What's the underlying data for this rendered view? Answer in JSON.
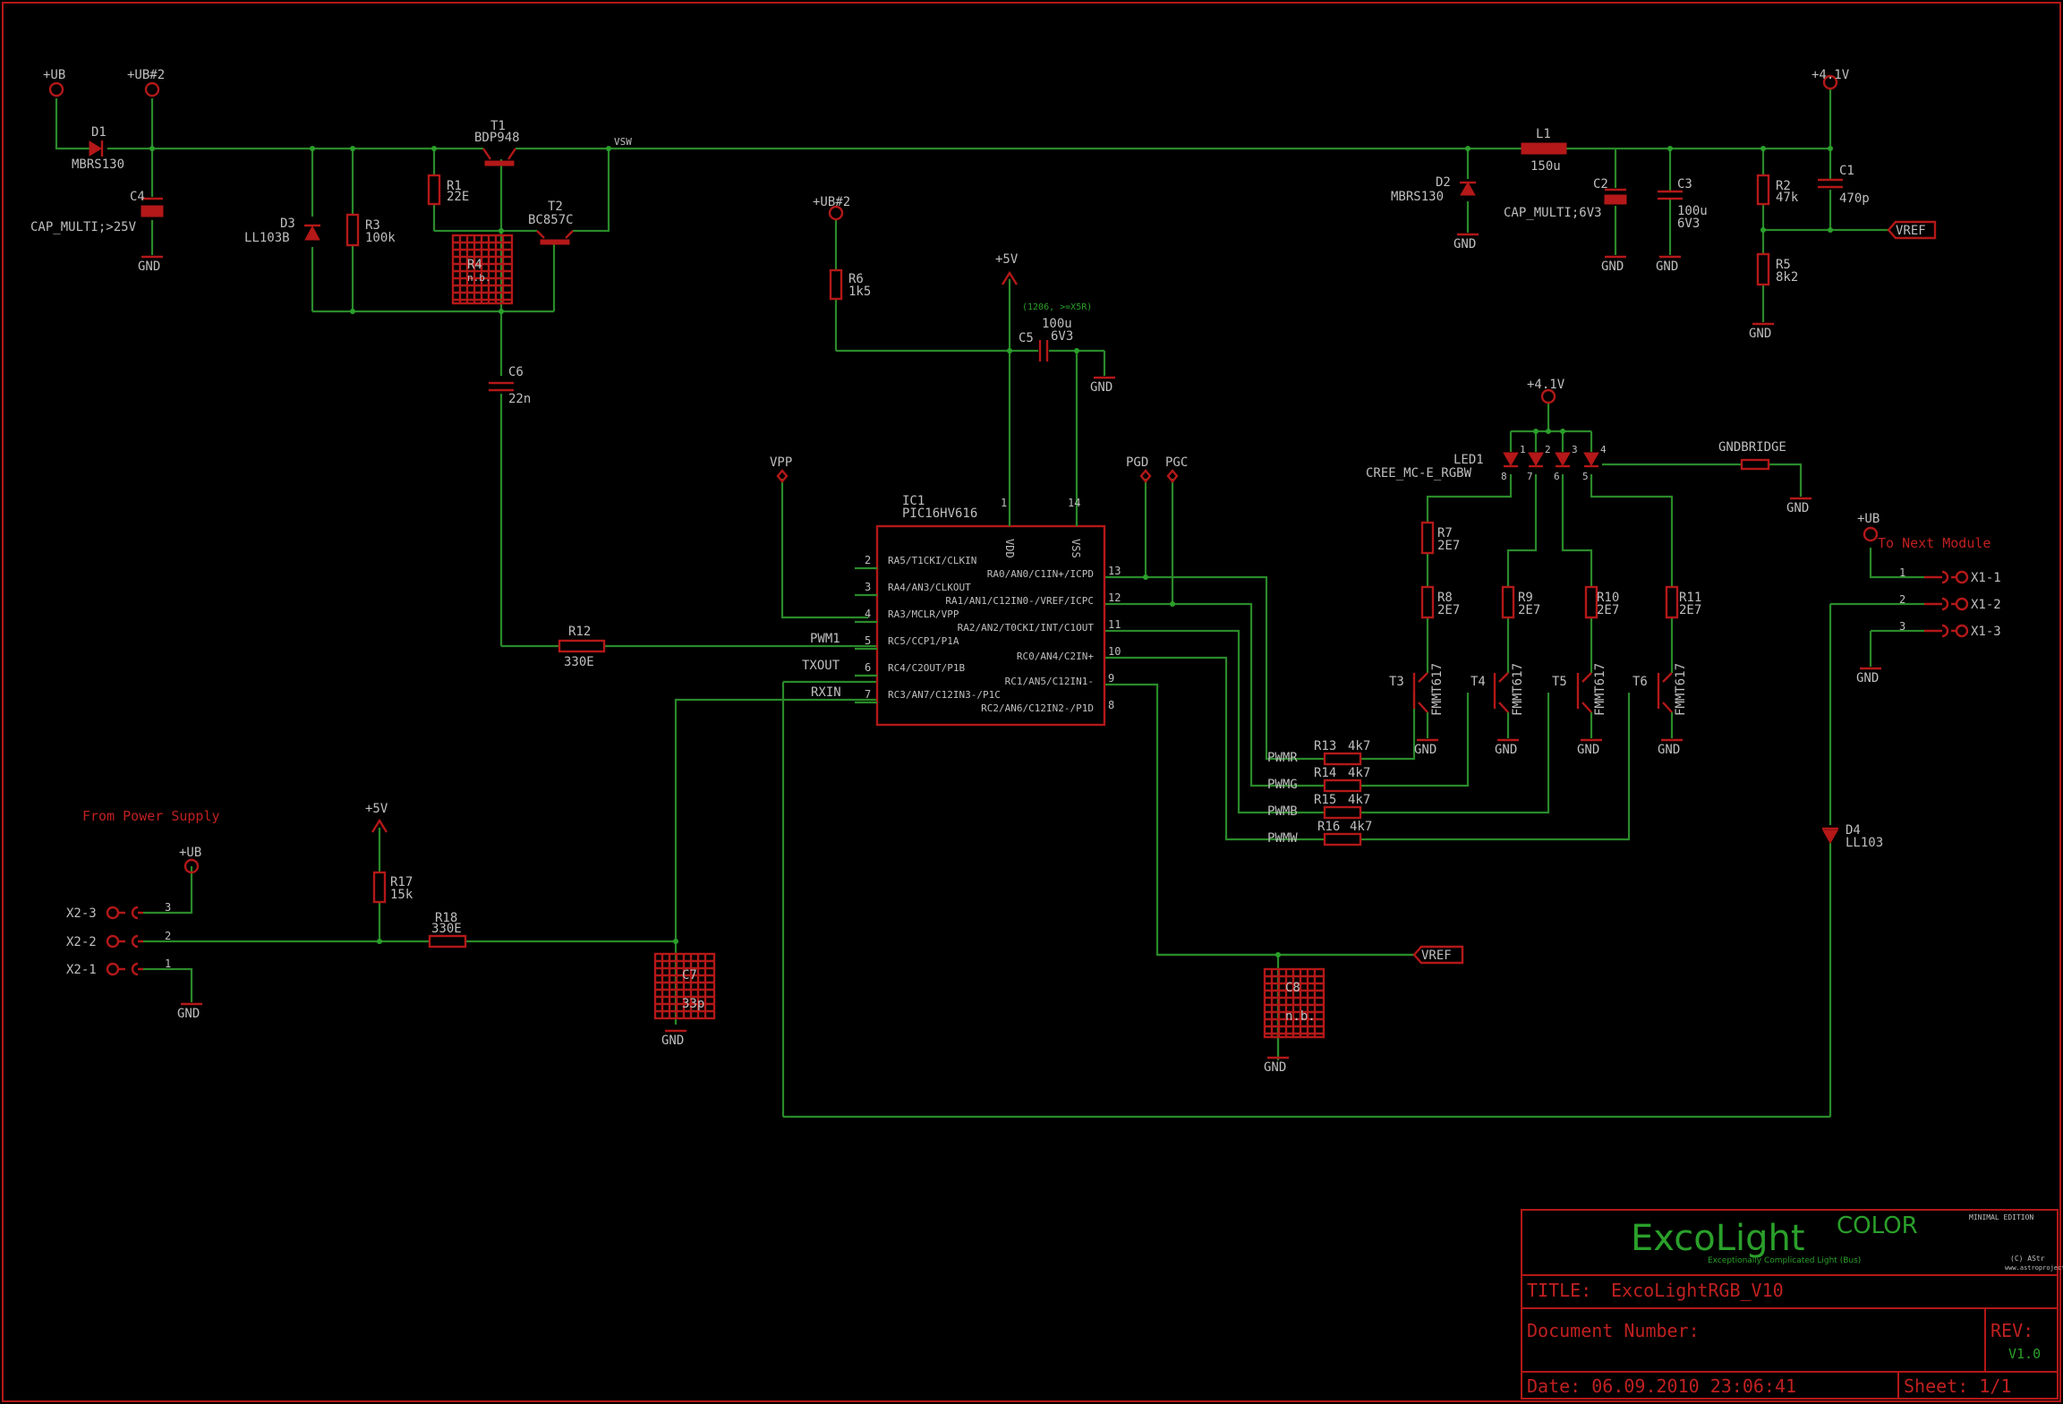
{
  "colors": {
    "background": "#000000",
    "wire": "#2a8a2a",
    "part": "#b41818",
    "text": "#bfbfbf",
    "brand_green": "#2aa02a"
  },
  "supplies": {
    "ub": "+UB",
    "ub2": "+UB#2",
    "v41": "+4.1V",
    "v5": "+5V",
    "gnd": "GND",
    "vsw": "VSW"
  },
  "parts": {
    "d1": "D1",
    "d1_val": "MBRS130",
    "c4": "C4",
    "c4_val": "CAP_MULTI;>25V",
    "t1": "T1",
    "t1_val": "BDP948",
    "r1": "R1",
    "r1_val": "22E",
    "d3": "D3",
    "d3_val": "LL103B",
    "r3": "R3",
    "r3_val": "100k",
    "t2": "T2",
    "t2_val": "BC857C",
    "r4": "R4",
    "r4_val": "n.b.",
    "c6": "C6",
    "c6_val": "22n",
    "l1": "L1",
    "l1_val": "150u",
    "d2": "D2",
    "d2_val": "MBRS130",
    "c2": "C2",
    "c2_val": "CAP_MULTI;6V3",
    "c3": "C3",
    "c3_val1": "100u",
    "c3_val2": "6V3",
    "r2": "R2",
    "r2_val": "47k",
    "c1": "C1",
    "c1_val": "470p",
    "r5": "R5",
    "r5_val": "8k2",
    "vref": "VREF",
    "r6": "R6",
    "r6_val": "1k5",
    "c5": "C5",
    "c5_note": "(1206, >=X5R)",
    "c5_val1": "100u",
    "c5_val2": "6V3",
    "ic1": "IC1",
    "ic1_val": "PIC16HV616",
    "r12": "R12",
    "r12_val": "330E",
    "vpp": "VPP",
    "pgd": "PGD",
    "pgc": "PGC",
    "led1": "LED1",
    "led1_val": "CREE_MC-E_RGBW",
    "gndbridge": "GNDBRIDGE",
    "r7": "R7",
    "r7_val": "2E7",
    "r8": "R8",
    "r8_val": "2E7",
    "r9": "R9",
    "r9_val": "2E7",
    "r10": "R10",
    "r10_val": "2E7",
    "r11": "R11",
    "r11_val": "2E7",
    "t3": "T3",
    "t4": "T4",
    "t5": "T5",
    "t6": "T6",
    "t_val": "FMMT617",
    "r13": "R13",
    "r14": "R14",
    "r15": "R15",
    "r16": "R16",
    "r_pwm_val": "4k7",
    "d4": "D4",
    "d4_val": "LL103",
    "r17": "R17",
    "r17_val": "15k",
    "r18": "R18",
    "r18_val": "330E",
    "c7": "C7",
    "c7_val": "33p",
    "c8": "C8",
    "c8_val": "n.b."
  },
  "nets": {
    "pwm1": "PWM1",
    "txout": "TXOUT",
    "rxin": "RXIN",
    "pwmr": "PWMR",
    "pwmg": "PWMG",
    "pwmb": "PWMB",
    "pwmw": "PWMW"
  },
  "ic_pins": {
    "vdd": "VDD",
    "vss": "VSS",
    "p1": "1",
    "p14": "14",
    "left": [
      {
        "num": "2",
        "name": "RA5/T1CKI/CLKIN"
      },
      {
        "num": "3",
        "name": "RA4/AN3/CLKOUT"
      },
      {
        "num": "4",
        "name": "RA3/MCLR/VPP"
      },
      {
        "num": "5",
        "name": "RC5/CCP1/P1A"
      },
      {
        "num": "6",
        "name": "RC4/C2OUT/P1B"
      },
      {
        "num": "7",
        "name": "RC3/AN7/C12IN3-/P1C"
      }
    ],
    "right": [
      {
        "num": "13",
        "name": "RA0/AN0/C1IN+/ICPD"
      },
      {
        "num": "12",
        "name": "RA1/AN1/C12IN0-/VREF/ICPC"
      },
      {
        "num": "11",
        "name": "RA2/AN2/T0CKI/INT/C1OUT"
      },
      {
        "num": "10",
        "name": "RC0/AN4/C2IN+"
      },
      {
        "num": "9",
        "name": "RC1/AN5/C12IN1-"
      },
      {
        "num": "8",
        "name": "RC2/AN6/C12IN2-/P1D"
      }
    ]
  },
  "led_pins": [
    "8",
    "1",
    "7",
    "2",
    "6",
    "3",
    "5",
    "4"
  ],
  "connectors": {
    "from_power_supply": "From Power Supply",
    "to_next_module": "To Next Module",
    "x2_3": "X2-3",
    "x2_2": "X2-2",
    "x2_1": "X2-1",
    "x1_1": "X1-1",
    "x1_2": "X1-2",
    "x1_3": "X1-3",
    "p1": "1",
    "p2": "2",
    "p3": "3"
  },
  "title_block": {
    "brand": "ExcoLight",
    "brand_sup": "COLOR",
    "tagline": "Exceptionally  Complicated Light (Bus)",
    "edition": "MINIMAL EDITION",
    "copyright": "(C) AStr",
    "website": "www.astroprojects.net",
    "title_label": "TITLE:",
    "title_value": "ExcoLightRGB_V10",
    "doc_label": "Document Number:",
    "rev_label": "REV:",
    "rev_value": "V1.0",
    "date_label": "Date: 06.09.2010 23:06:41",
    "sheet_label": "Sheet: 1/1"
  }
}
